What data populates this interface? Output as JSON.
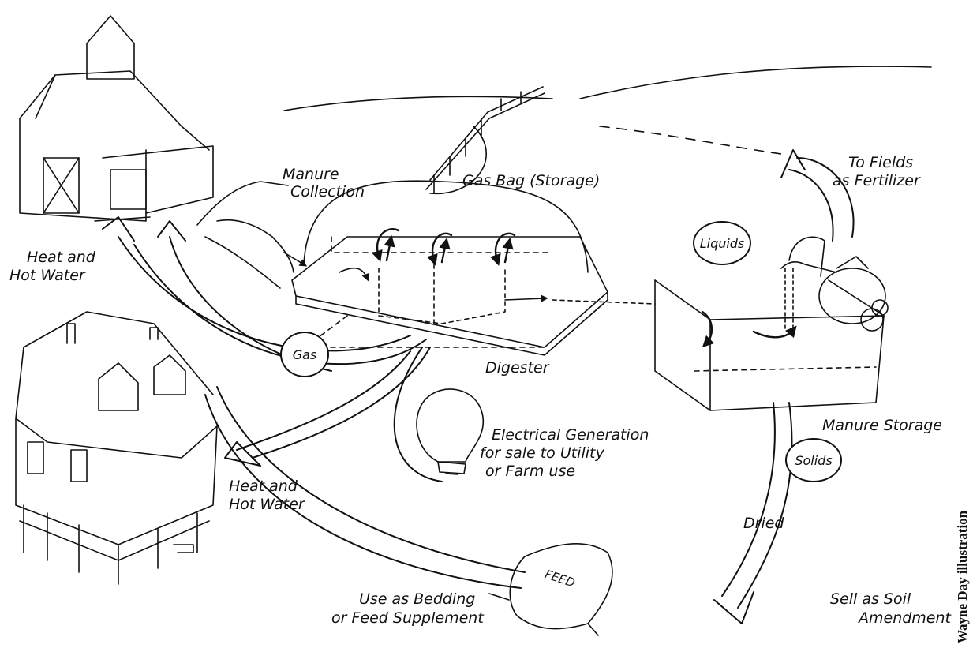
{
  "labels": {
    "manure_collection_1": "Manure",
    "manure_collection_2": "Collection",
    "gas_bag": "Gas Bag (Storage)",
    "to_fields_1": "To Fields",
    "to_fields_2": "as Fertilizer",
    "heat_barn_1": "Heat and",
    "heat_barn_2": "Hot Water",
    "digester": "Digester",
    "electrical_1": "Electrical Generation",
    "electrical_2": "for sale to Utility",
    "electrical_3": "or Farm use",
    "heat_house_1": "Heat and",
    "heat_house_2": "Hot Water",
    "manure_storage": "Manure Storage",
    "dried": "Dried",
    "bedding_1": "Use as Bedding",
    "bedding_2": "or Feed Supplement",
    "sell_1": "Sell as Soil",
    "sell_2": "Amendment"
  },
  "badges": {
    "gas": "Gas",
    "liquids": "Liquids",
    "solids": "Solids"
  },
  "feed_bag": "FEED",
  "credit": "Wayne Day illustration"
}
